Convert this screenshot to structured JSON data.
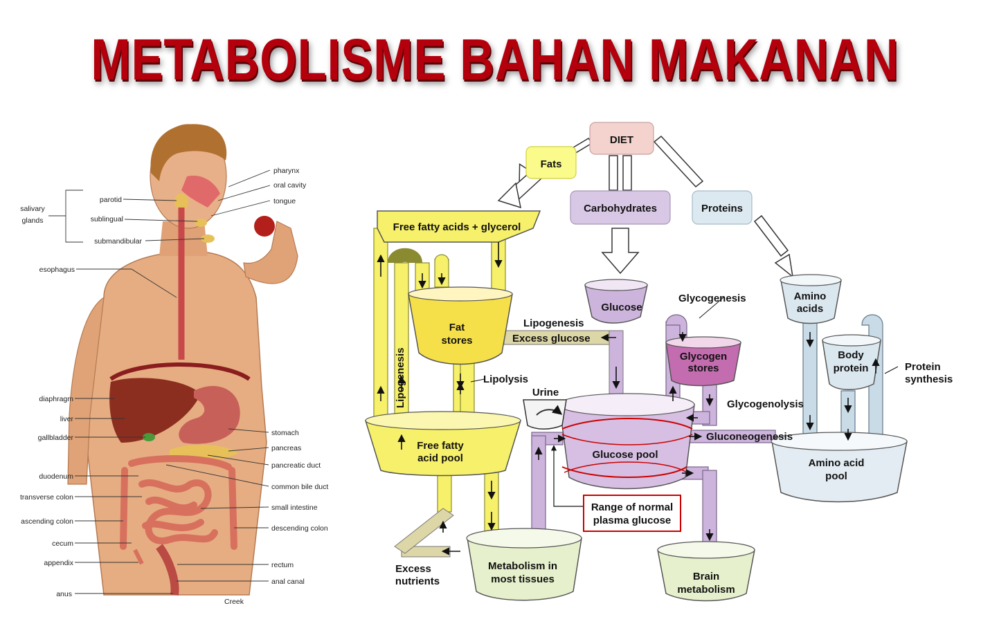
{
  "title": "METABOLISME BAHAN MAKANAN",
  "anatomy": {
    "group_label": [
      "salivary",
      "glands"
    ],
    "labels": [
      "pharynx",
      "oral cavity",
      "tongue",
      "parotid",
      "sublingual",
      "submandibular",
      "esophagus",
      "diaphragm",
      "liver",
      "gallbladder",
      "stomach",
      "pancreas",
      "pancreatic duct",
      "duodenum",
      "common bile duct",
      "transverse colon",
      "small intestine",
      "ascending colon",
      "descending colon",
      "cecum",
      "appendix",
      "rectum",
      "anal canal",
      "anus"
    ],
    "credit": "Creek"
  },
  "flow": {
    "diet": "DIET",
    "fats": "Fats",
    "carbohydrates": "Carbohydrates",
    "proteins": "Proteins",
    "ffa_glycerol": "Free fatty acids + glycerol",
    "fat_stores": [
      "Fat",
      "stores"
    ],
    "lipogenesis_vertical": "Lipogenesis",
    "lipolysis": "Lipolysis",
    "lipogenesis": "Lipogenesis",
    "excess_glucose": "Excess glucose",
    "ffa_pool": [
      "Free fatty",
      "acid pool"
    ],
    "glucose": "Glucose",
    "glycogenesis": "Glycogenesis",
    "glycogen_stores": [
      "Glycogen",
      "stores"
    ],
    "glycogenolysis": "Glycogenolysis",
    "gluconeogenesis": "Gluconeogenesis",
    "urine": "Urine",
    "glucose_pool": "Glucose pool",
    "range": [
      "Range of normal",
      "plasma glucose"
    ],
    "excess_nutrients": [
      "Excess",
      "nutrients"
    ],
    "metabolism_tissues": [
      "Metabolism in",
      "most tissues"
    ],
    "brain_metabolism": [
      "Brain",
      "metabolism"
    ],
    "amino_acids": [
      "Amino",
      "acids"
    ],
    "body_protein": [
      "Body",
      "protein"
    ],
    "protein_synthesis": [
      "Protein",
      "synthesis"
    ],
    "amino_acid_pool": [
      "Amino acid",
      "pool"
    ]
  },
  "colors": {
    "title": "#b3000c",
    "fat": "#f6f06a",
    "carb": "#cdb4dc",
    "protein": "#c9dbe6",
    "glycogen": "#c46cb0",
    "range": "#cc0000",
    "skin": "#e6ad82"
  }
}
